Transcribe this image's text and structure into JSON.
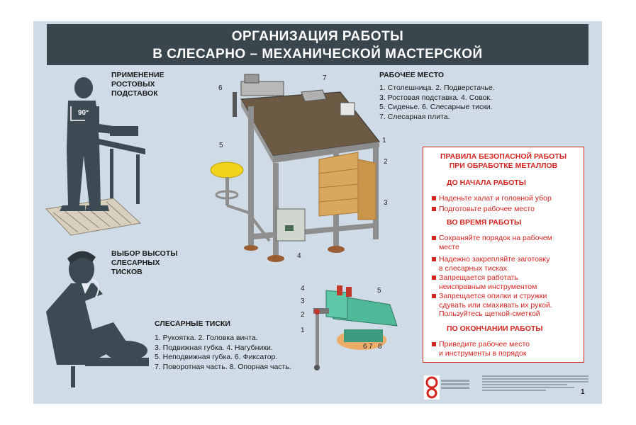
{
  "title": {
    "line1": "ОРГАНИЗАЦИЯ РАБОТЫ",
    "line2": "В СЛЕСАРНО – МЕХАНИЧЕСКОЙ МАСТЕРСКОЙ"
  },
  "section_stands": {
    "heading_lines": [
      "ПРИМЕНЕНИЕ",
      "РОСТОВЫХ",
      "ПОДСТАВОК"
    ],
    "angle": "90°"
  },
  "section_vise_height": {
    "heading_lines": [
      "ВЫБОР ВЫСОТЫ",
      "СЛЕСАРНЫХ",
      "ТИСКОВ"
    ]
  },
  "workplace": {
    "heading": "РАБОЧЕЕ МЕСТО",
    "items": [
      "1. Столешница. 2. Подверстачье.",
      "3. Ростовая подставка. 4. Совок.",
      "5. Сиденье. 6. Слесарные тиски.",
      "7. Слесарная плита."
    ],
    "callouts": [
      "1",
      "2",
      "3",
      "4",
      "5",
      "6",
      "7"
    ]
  },
  "vise": {
    "heading": "СЛЕСАРНЫЕ ТИСКИ",
    "items": [
      "1. Рукоятка. 2. Головка винта.",
      "3. Подвижная губка. 4. Нагубники.",
      "5. Неподвижная губка. 6. Фиксатор.",
      "7. Поворотная часть. 8. Опорная часть."
    ],
    "callouts": [
      "1",
      "2",
      "3",
      "4",
      "5",
      "6",
      "7",
      "8"
    ]
  },
  "rules": {
    "title_line1": "ПРАВИЛА БЕЗОПАСНОЙ РАБОТЫ",
    "title_line2": "ПРИ ОБРАБОТКЕ МЕТАЛЛОВ",
    "before_heading": "ДО НАЧАЛА РАБОТЫ",
    "before_items": [
      "Наденьте халат и головной убор",
      "Подготовьте рабочее место"
    ],
    "during_heading": "ВО ВРЕМЯ РАБОТЫ",
    "during_items": [
      [
        "Сохраняйте порядок на рабочем",
        "месте"
      ],
      [
        "Надежно закрепляйте заготовку",
        "в слесарных тисках"
      ],
      [
        "Запрещается работать",
        "неисправным инструментом"
      ],
      [
        "Запрещается опилки и стружки",
        "сдувать или смахивать их рукой.",
        "Пользуйтесь щеткой-сметкой"
      ]
    ],
    "after_heading": "ПО ОКОНЧАНИИ РАБОТЫ",
    "after_items": [
      [
        "Приведите рабочее место",
        "и инструменты в порядок"
      ]
    ]
  },
  "footer": {
    "page_number": "1"
  },
  "colors": {
    "title_bg": "#3a464d",
    "poster_bg": "#cfdbe6",
    "accent_red": "#d42420",
    "silhouette": "#3c4a54",
    "vise_green": "#4fb99a",
    "seat_yellow": "#f2d21a",
    "wood": "#d9a85d"
  }
}
